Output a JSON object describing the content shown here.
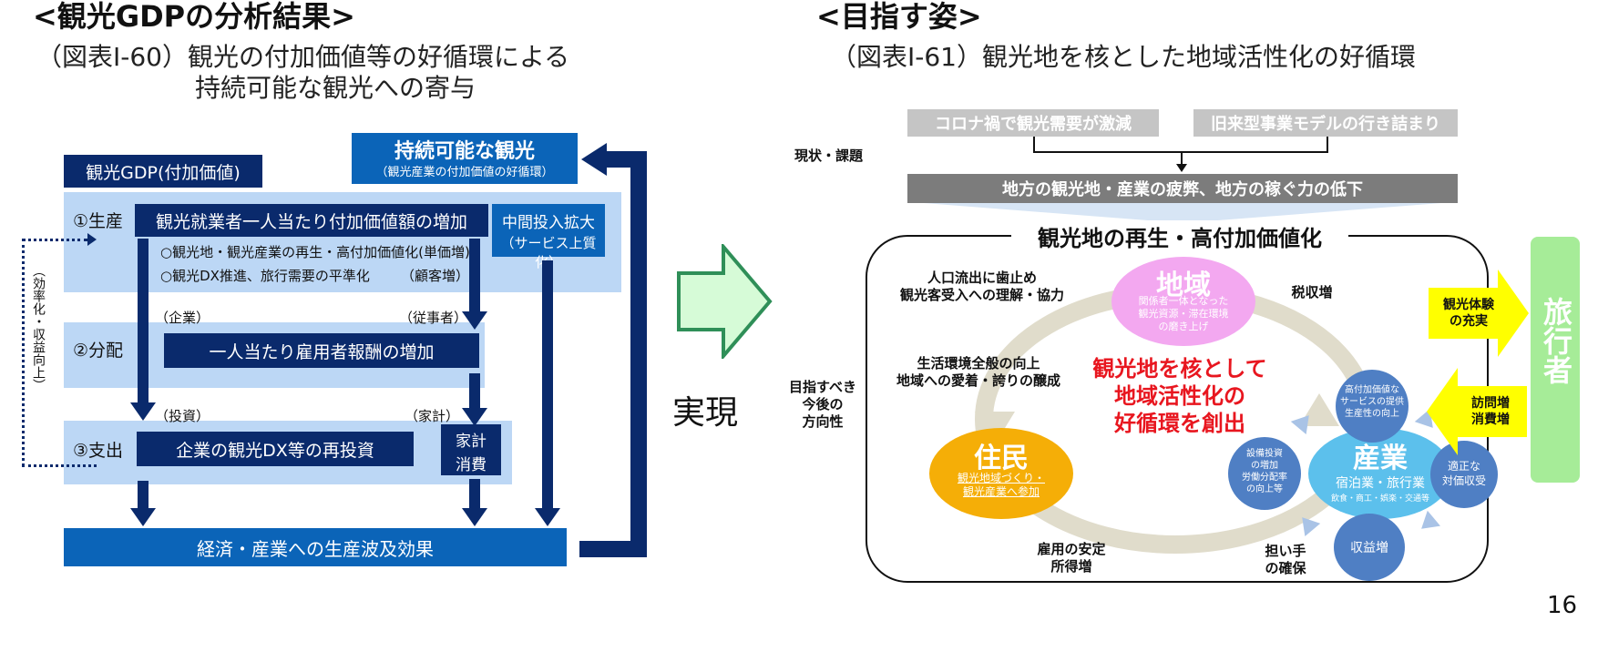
{
  "left": {
    "heading": "<観光GDPの分析結果>",
    "caption_line1": "（図表Ⅰ-60）観光の付加価値等の好循環による",
    "caption_line2": "持続可能な観光への寄与",
    "gdp_tag": "観光GDP(付加価値)",
    "sustainable_title": "持続可能な観光",
    "sustainable_sub": "（観光産業の付加価値の好循環）",
    "row1": {
      "label": "①生産",
      "box": "観光就業者一人当たり付加価値額の増加",
      "note1": "○観光地・観光産業の再生・高付加価値化(単価増)",
      "note2": "○観光DX推進、旅行需要の平準化",
      "note2_suffix": "（顧客増）",
      "side_line1": "中間投入拡大",
      "side_line2": "（サービス上質化）"
    },
    "row2": {
      "label": "②分配",
      "box": "一人当たり雇用者報酬の増加",
      "left_tag": "（企業）",
      "right_tag": "（従事者）"
    },
    "row3": {
      "label": "③支出",
      "box": "企業の観光DX等の再投資",
      "left_tag": "（投資）",
      "right_tag": "（家計）",
      "side_line1": "家計",
      "side_line2": "消費"
    },
    "vertical_note": "（効率化・収益向上）",
    "bottom_bar": "経済・産業への生産波及効果"
  },
  "middle": {
    "realize": "実現"
  },
  "right": {
    "heading": "<目指す姿>",
    "caption": "（図表Ⅰ-61）観光地を核とした地域活性化の好循環",
    "current_label": "現状・課題",
    "issue1": "コロナ禍で観光需要が激減",
    "issue2": "旧来型事業モデルの行き詰まり",
    "issue_result": "地方の観光地・産業の疲弊、地方の稼ぐ力の低下",
    "frame_title": "観光地の再生・高付加価値化",
    "direction_label_1": "目指すべき",
    "direction_label_2": "今後の",
    "direction_label_3": "方向性",
    "region_title": "地域",
    "region_sub1": "関係者一体となった",
    "region_sub2": "観光資源・滞在環境",
    "region_sub3": "の磨き上げ",
    "resident_title": "住民",
    "resident_sub1": "観光地域づくり・",
    "resident_sub2": "観光産業へ参加",
    "industry_title": "産業",
    "industry_sub1": "宿泊業・旅行業",
    "industry_sub2": "飲食・商工・娯楽・交通等",
    "center_line1": "観光地を核として",
    "center_line2": "地域活性化の",
    "center_line3": "好循環を創出",
    "tl_line1": "人口流出に歯止め",
    "tl_line2": "観光客受入への理解・協力",
    "ml_line1": "生活環境全般の向上",
    "ml_line2": "地域への愛着・誇りの醸成",
    "tax": "税収増",
    "employ_line1": "雇用の安定",
    "employ_line2": "所得増",
    "bearer_line1": "担い手",
    "bearer_line2": "の確保",
    "c_high_1": "高付加価値な",
    "c_high_2": "サービスの提供",
    "c_high_3": "生産性の向上",
    "c_invest_1": "設備投資",
    "c_invest_2": "の増加",
    "c_invest_3": "労働分配率",
    "c_invest_4": "の向上等",
    "c_fair_1": "適正な",
    "c_fair_2": "対価収受",
    "c_revenue": "収益増",
    "yellow_top_1": "観光体験",
    "yellow_top_2": "の充実",
    "yellow_bottom_1": "訪問増",
    "yellow_bottom_2": "消費増",
    "traveler": "旅行者"
  },
  "page_number": "16",
  "colors": {
    "navy": "#0a2a6c",
    "royal_blue": "#0b64b8",
    "light_blue": "#bcd7f5",
    "region_pink": "#f3a8f0",
    "resident_yellow": "#f5ae07",
    "industry_cyan": "#5cc0ec",
    "steel_circle": "#4f7fc4",
    "traveler_green": "#a6ec98",
    "arrow_yellow": "#ffff00",
    "accent_red": "#e8161f"
  }
}
